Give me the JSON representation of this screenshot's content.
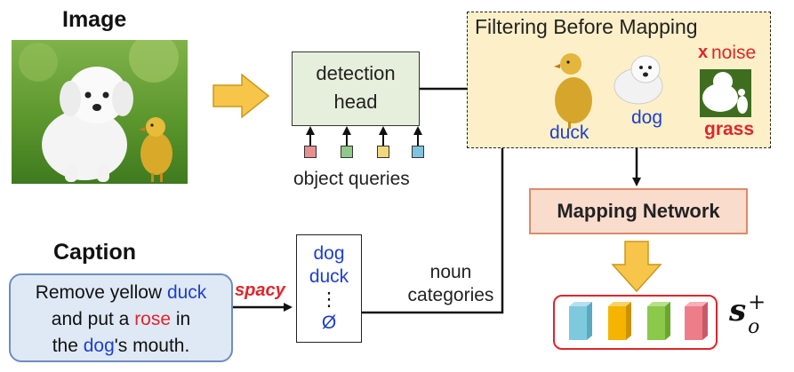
{
  "image_section": {
    "title": "Image"
  },
  "detection": {
    "label_line1": "detection",
    "label_line2": "head",
    "queries_label": "object queries"
  },
  "filter": {
    "title": "Filtering Before Mapping",
    "noise_mark": "x",
    "noise_label": "noise",
    "items": [
      "duck",
      "dog",
      "grass"
    ]
  },
  "mapping": {
    "label": "Mapping Network"
  },
  "caption_section": {
    "title": "Caption",
    "line1_a": "Remove yellow ",
    "line1_b": "duck",
    "line2_a": "and put a ",
    "line2_b": "rose",
    "line2_c": " in",
    "line3_a": "the ",
    "line3_b": "dog",
    "line3_c": "'s mouth."
  },
  "spacy": "spacy",
  "nouns": {
    "items": [
      "dog",
      "duck",
      "⋮",
      "Ø"
    ],
    "side_label_line1": "noun",
    "side_label_line2": "categories"
  },
  "operator": "⊗",
  "output_symbol": {
    "base": "s",
    "sup": "+",
    "sub": "o"
  },
  "colors": {
    "query_colors": [
      "#e58f8f",
      "#8fc98a",
      "#f2d77e",
      "#7fc4de"
    ],
    "vector_colors": [
      "#7fc9de",
      "#f5b400",
      "#8cc94a",
      "#ee7d8a"
    ],
    "arrow_fill": "#f6c54a",
    "arrow_stroke": "#c99a1a"
  }
}
